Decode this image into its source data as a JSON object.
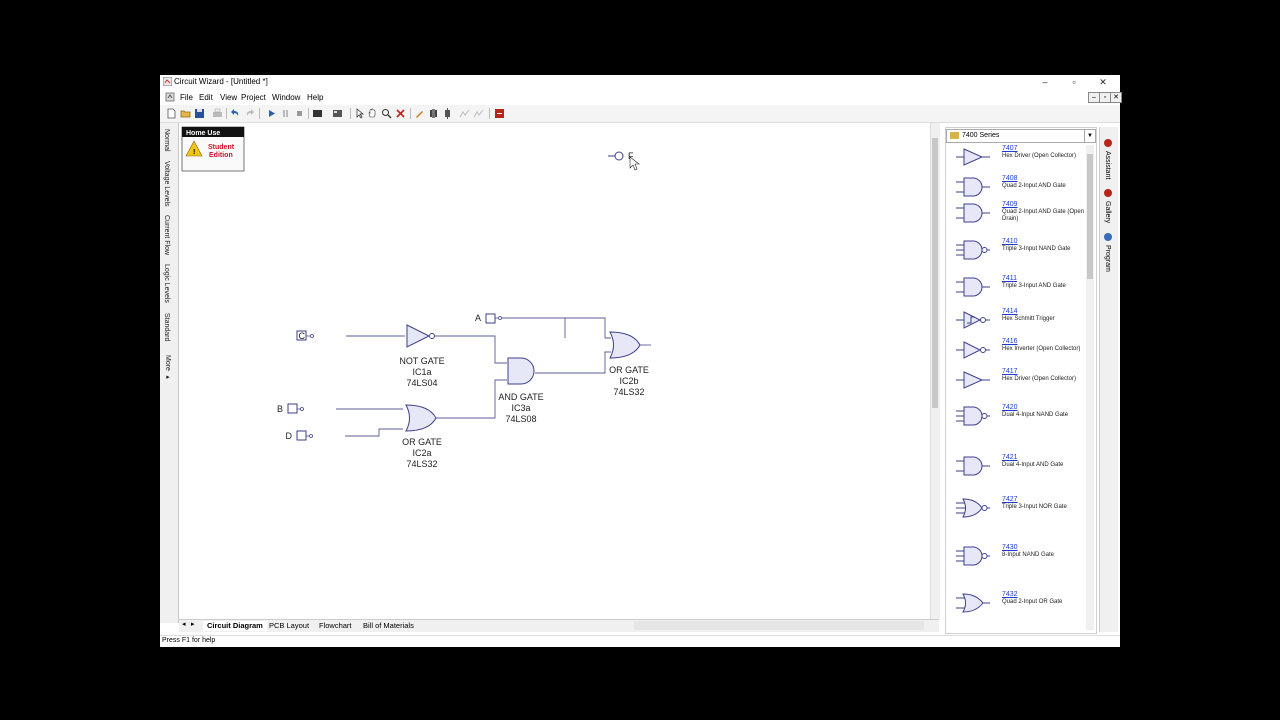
{
  "window": {
    "title": "Circuit Wizard - [Untitled *]"
  },
  "menu": [
    "File",
    "Edit",
    "View",
    "Project",
    "Window",
    "Help"
  ],
  "home_use": {
    "title": "Home Use",
    "edition": "Student Edition"
  },
  "left_tabs": [
    "Normal",
    "Voltage Levels",
    "Current Flow",
    "Logic Levels",
    "Standard",
    "More ▸"
  ],
  "circuit": {
    "inputs": {
      "a": "A",
      "b": "B",
      "c": "C",
      "d": "D"
    },
    "output": "F",
    "not_gate": {
      "name": "NOT GATE",
      "ref": "IC1a",
      "part": "74LS04"
    },
    "or_gate_1": {
      "name": "OR GATE",
      "ref": "IC2a",
      "part": "74LS32"
    },
    "and_gate": {
      "name": "AND GATE",
      "ref": "IC3a",
      "part": "74LS08"
    },
    "or_gate_2": {
      "name": "OR GATE",
      "ref": "IC2b",
      "part": "74LS32"
    }
  },
  "bottom_tabs": [
    "Circuit Diagram",
    "PCB Layout",
    "Flowchart",
    "Bill of Materials"
  ],
  "status": "Press F1 for help",
  "gallery": {
    "series": "7400 Series",
    "items": [
      {
        "num": "7407",
        "desc": "Hex Driver (Open Collector)",
        "icon": "buffer-symbol"
      },
      {
        "num": "7408",
        "desc": "Quad 2-Input AND Gate",
        "icon": "and-symbol"
      },
      {
        "num": "7409",
        "desc": "Quad 2-Input AND Gate (Open Drain)",
        "icon": "and-symbol"
      },
      {
        "num": "7410",
        "desc": "Triple 3-Input NAND Gate",
        "icon": "nand-symbol"
      },
      {
        "num": "7411",
        "desc": "Triple 3-Input AND Gate",
        "icon": "and-symbol"
      },
      {
        "num": "7414",
        "desc": "Hex Schmitt Trigger",
        "icon": "schmitt-symbol"
      },
      {
        "num": "7416",
        "desc": "Hex Inverter (Open Collector)",
        "icon": "not-symbol"
      },
      {
        "num": "7417",
        "desc": "Hex Driver (Open Collector)",
        "icon": "buffer-symbol"
      },
      {
        "num": "7420",
        "desc": "Dual 4-Input NAND Gate",
        "icon": "nand-symbol"
      },
      {
        "num": "7421",
        "desc": "Dual 4-Input AND Gate",
        "icon": "and-symbol"
      },
      {
        "num": "7427",
        "desc": "Triple 3-Input NOR Gate",
        "icon": "nor-symbol"
      },
      {
        "num": "7430",
        "desc": "8-Input NAND Gate",
        "icon": "nand-symbol"
      },
      {
        "num": "7432",
        "desc": "Quad 2-Input OR Gate",
        "icon": "or-symbol"
      }
    ]
  },
  "right_tabs": [
    "Assistant",
    "Gallery",
    "Program"
  ],
  "colors": {
    "gate_fill": "#e6e8f8",
    "gate_stroke": "#3d3f8a",
    "wire": "#5a5c9a",
    "link": "#1a3ccf"
  }
}
